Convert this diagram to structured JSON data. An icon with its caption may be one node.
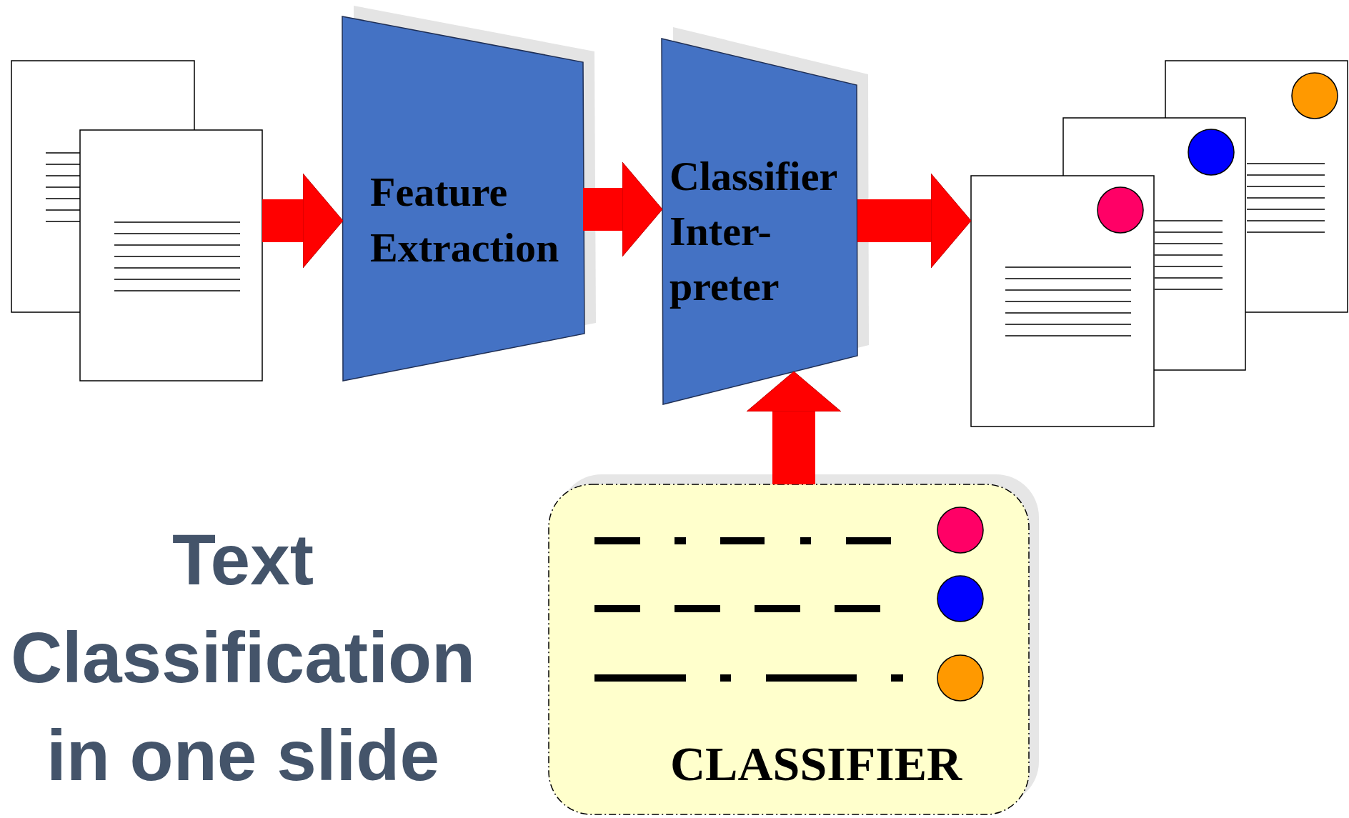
{
  "diagram": {
    "title": "Text Classification in one slide",
    "nodes": [
      {
        "text": [],
        "shape": "picture"
      },
      {
        "text": [
          "Feature Extraction"
        ]
      },
      {
        "text": [
          "Classifier Inter- preter"
        ]
      },
      {
        "text": [],
        "shape": "picture"
      },
      {
        "text": [
          "CLASSIFIER"
        ]
      }
    ],
    "edges": [
      {
        "from": 0,
        "to": 1,
        "arrow": "to"
      },
      {
        "from": 1,
        "to": 2,
        "arrow": "to"
      },
      {
        "from": 2,
        "to": 3,
        "arrow": "to"
      },
      {
        "from": 4,
        "to": 2,
        "arrow": "to"
      }
    ]
  }
}
